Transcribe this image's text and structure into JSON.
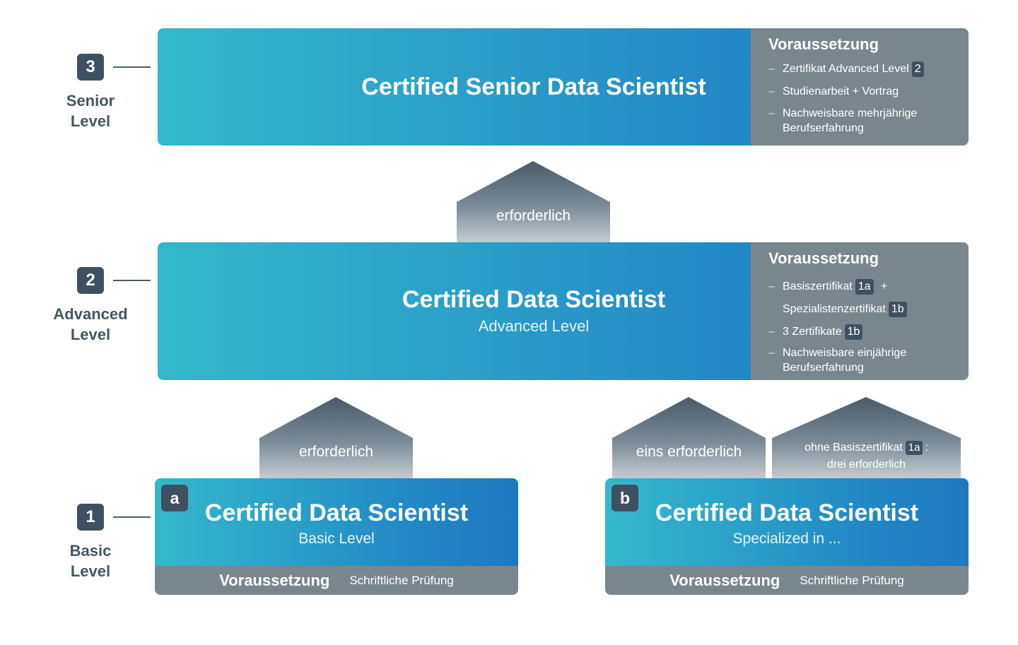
{
  "levels": [
    {
      "num": "3",
      "name_line1": "Senior",
      "name_line2": "Level"
    },
    {
      "num": "2",
      "name_line1": "Advanced",
      "name_line2": "Level"
    },
    {
      "num": "1",
      "name_line1": "Basic",
      "name_line2": "Level"
    }
  ],
  "senior": {
    "title": "Certified Senior Data Scientist",
    "req_title": "Voraussetzung",
    "req1": "Zertifikat Advanced Level",
    "req1_badge": "2",
    "req2": "Studienarbeit + Vortrag",
    "req3": "Nachweisbare mehrjährige Berufserfahrung"
  },
  "arrow_top": {
    "label": "erforderlich"
  },
  "advanced": {
    "title": "Certified Data Scientist",
    "subtitle": "Advanced Level",
    "req_title": "Voraussetzung",
    "req1a": "Basiszertifikat",
    "req1a_badge": "1a",
    "req1a_plus": "+",
    "req1b": "Spezialistenzertifikat",
    "req1b_badge": "1b",
    "req2": "3 Zertifikate",
    "req2_badge": "1b",
    "req3": "Nachweisbare einjährige Berufserfahrung"
  },
  "arrow_a": {
    "label": "erforderlich"
  },
  "arrow_b1": {
    "label": "eins erforderlich"
  },
  "arrow_b2": {
    "line1": "ohne Basiszertifikat",
    "badge": "1a",
    "colon": ":",
    "line2": "drei erforderlich"
  },
  "basic_a": {
    "letter": "a",
    "title": "Certified Data Scientist",
    "subtitle": "Basic Level",
    "req_title": "Voraussetzung",
    "req_value": "Schriftliche Prüfung"
  },
  "basic_b": {
    "letter": "b",
    "title": "Certified Data Scientist",
    "subtitle": "Specialized in ...",
    "req_title": "Voraussetzung",
    "req_value": "Schriftliche Prüfung"
  }
}
